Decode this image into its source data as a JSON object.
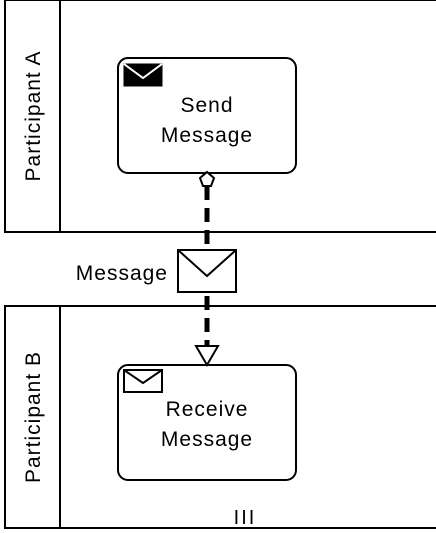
{
  "pools": [
    {
      "label": "Participant A"
    },
    {
      "label": "Participant B"
    }
  ],
  "tasks": [
    {
      "line1": "Send",
      "line2": "Message",
      "marker": "envelope-filled-icon"
    },
    {
      "line1": "Receive",
      "line2": "Message",
      "marker": "envelope-outline-icon"
    }
  ],
  "message_flow": {
    "label": "Message",
    "marker": "envelope-outline-icon",
    "line_style": "dashed"
  },
  "loop_marker": "III",
  "colors": {
    "stroke": "#000000",
    "background": "#ffffff"
  }
}
